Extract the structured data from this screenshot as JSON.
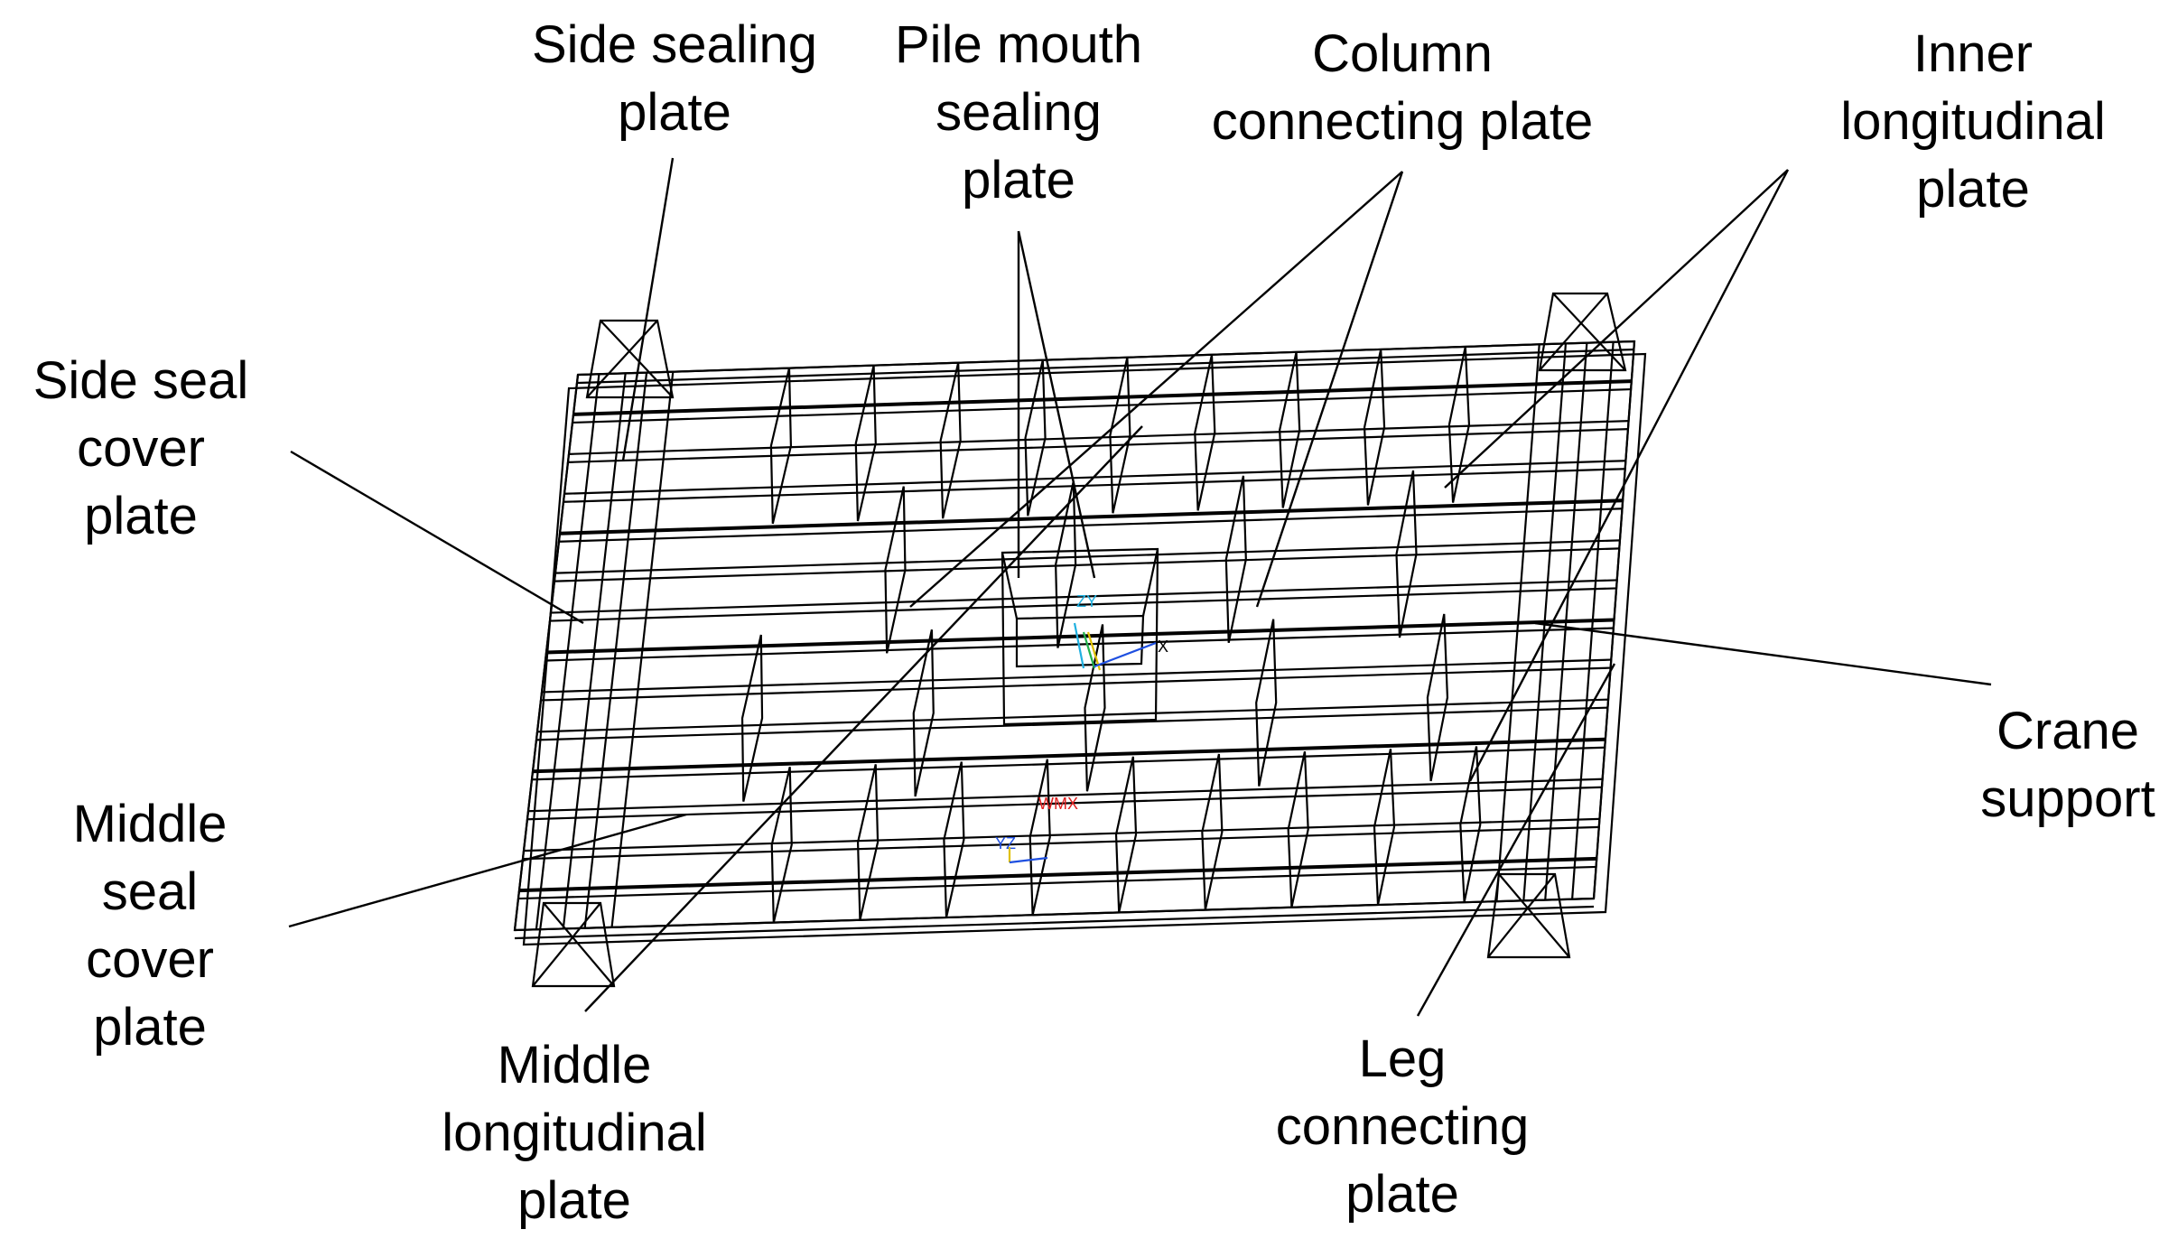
{
  "labels": {
    "side_sealing_plate": [
      "Side sealing",
      "plate"
    ],
    "pile_mouth_sealing_plate": [
      "Pile mouth",
      "sealing",
      "plate"
    ],
    "column_connecting_plate": [
      "Column",
      "connecting plate"
    ],
    "inner_longitudinal_plate": [
      "Inner",
      "longitudinal",
      "plate"
    ],
    "side_seal_cover_plate": [
      "Side seal",
      "cover",
      "plate"
    ],
    "crane_support": [
      "Crane",
      "support"
    ],
    "middle_seal_cover_plate": [
      "Middle",
      "seal",
      "cover",
      "plate"
    ],
    "middle_longitudinal_plate": [
      "Middle",
      "longitudinal",
      "plate"
    ],
    "leg_connecting_plate": [
      "Leg",
      "connecting",
      "plate"
    ]
  },
  "axis_triad": {
    "top": "ZY",
    "right": "X",
    "lower": "WMX",
    "lower_left": "YZ"
  },
  "colors": {
    "lines": "#000000",
    "background": "#ffffff",
    "triad_red": "#e02020",
    "triad_green": "#22b14c",
    "triad_blue": "#1e4fe0",
    "triad_yellow": "#e0c000",
    "triad_cyan": "#20b0e0"
  }
}
